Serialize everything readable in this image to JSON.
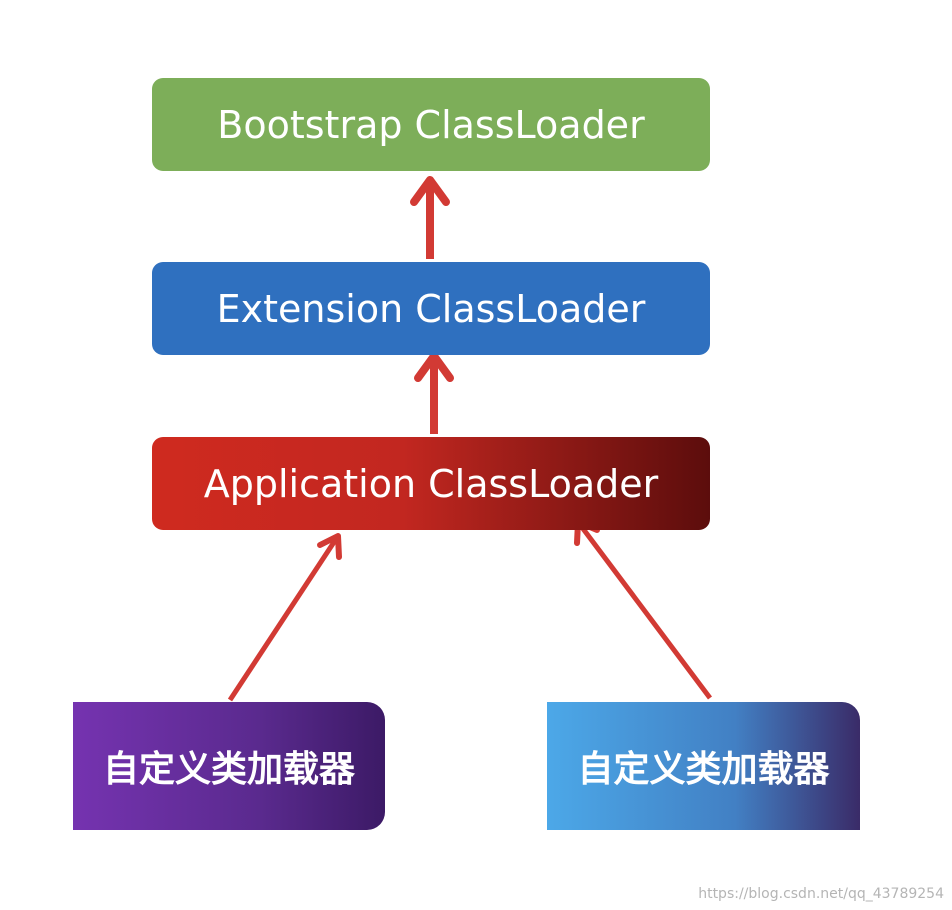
{
  "diagram": {
    "nodes": {
      "bootstrap": "Bootstrap ClassLoader",
      "extension": "Extension ClassLoader",
      "application": "Application ClassLoader",
      "custom_left": "自定义类加载器",
      "custom_right": "自定义类加载器"
    },
    "edges": [
      {
        "from": "extension",
        "to": "bootstrap"
      },
      {
        "from": "application",
        "to": "extension"
      },
      {
        "from": "custom_left",
        "to": "application"
      },
      {
        "from": "custom_right",
        "to": "application"
      }
    ],
    "arrow_color": "#d23a34"
  },
  "watermark": "https://blog.csdn.net/qq_43789254"
}
